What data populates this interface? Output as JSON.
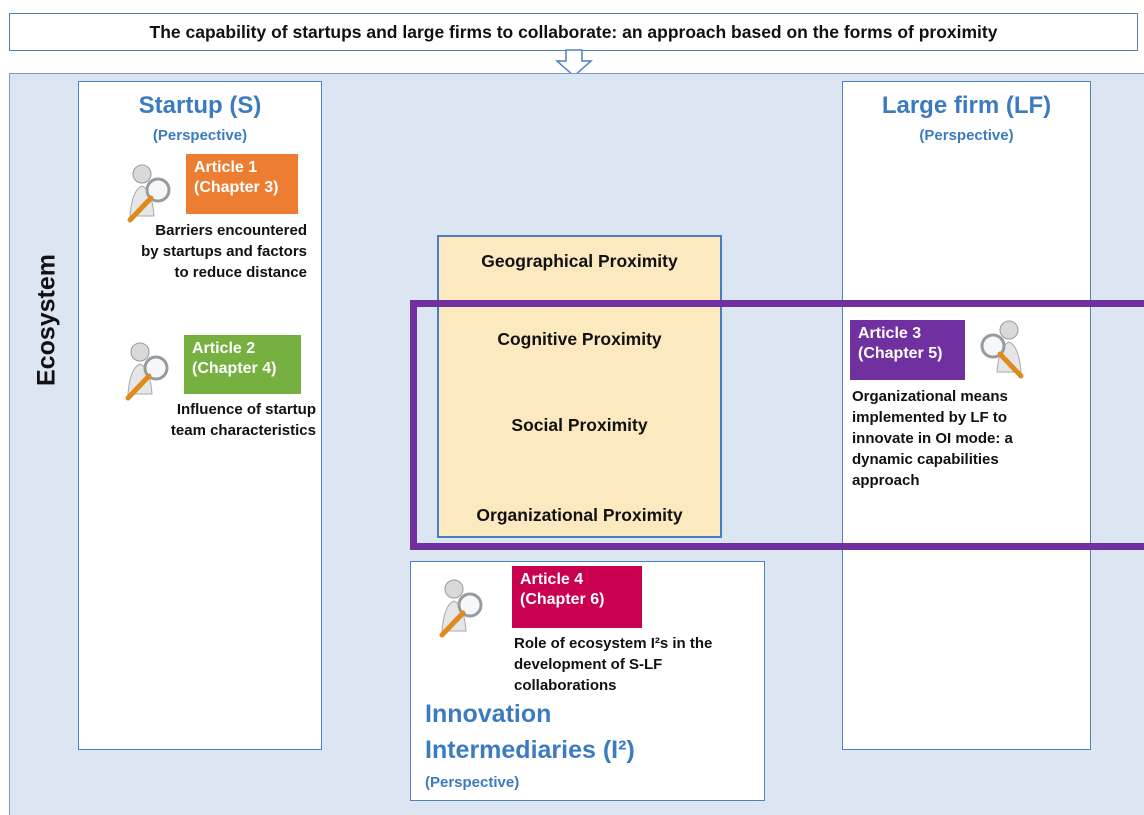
{
  "title": "The capability of startups and large firms to collaborate: an approach based on the forms of proximity",
  "ecosystem_label": "Ecosystem",
  "startup": {
    "title": "Startup (S)",
    "subtitle": "(Perspective)"
  },
  "large_firm": {
    "title": "Large firm (LF)",
    "subtitle": "(Perspective)"
  },
  "intermediaries": {
    "title_line1": "Innovation",
    "title_line2": "Intermediaries (I²)",
    "subtitle": "(Perspective)"
  },
  "proximities": {
    "geographical": "Geographical Proximity",
    "cognitive": "Cognitive Proximity",
    "social": "Social Proximity",
    "organizational": "Organizational Proximity"
  },
  "articles": [
    {
      "article": "Article 1",
      "chapter": "(Chapter 3)",
      "color": "#ed7d31",
      "desc_lines": [
        "Barriers encountered",
        "by startups and factors",
        "to reduce distance"
      ]
    },
    {
      "article": "Article 2",
      "chapter": "(Chapter 4)",
      "color": "#76b041",
      "desc_lines": [
        "Influence of startup",
        "team characteristics"
      ]
    },
    {
      "article": "Article 3",
      "chapter": "(Chapter 5)",
      "color": "#7030a0",
      "desc_lines": [
        "Organizational means",
        "implemented by LF to",
        "innovate in OI mode: a",
        "dynamic capabilities",
        "approach"
      ]
    },
    {
      "article": "Article 4",
      "chapter": "(Chapter 6)",
      "color": "#c8004f",
      "desc_lines": [
        "Role of ecosystem I²s in the",
        "development of S-LF",
        "collaborations"
      ]
    }
  ],
  "colors": {
    "accent_blue": "#3c7bbf",
    "ecosystem_bg": "#dce6f2",
    "proximity_bg": "#fde9bf",
    "frame_purple": "#7030a0"
  }
}
